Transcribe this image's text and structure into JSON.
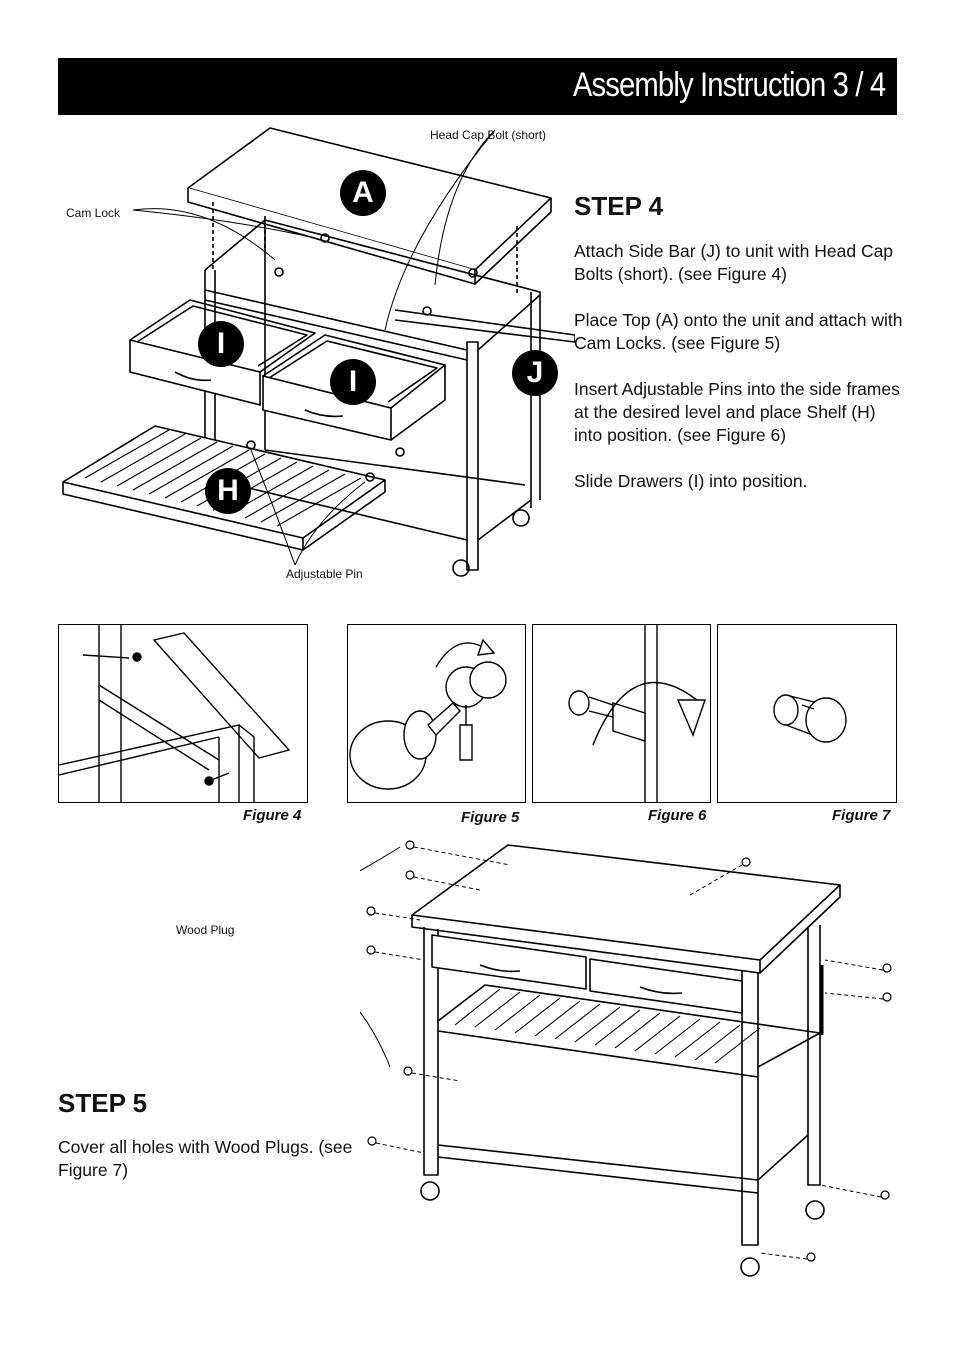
{
  "header": {
    "title": "Assembly Instruction 3 / 4"
  },
  "step4": {
    "title": "STEP 4",
    "paragraphs": [
      "Attach Side Bar (J) to unit with Head Cap Bolts (short). (see Figure 4)",
      "Place Top (A) onto the unit and attach with Cam Locks. (see Figure 5)",
      "Insert Adjustable Pins into the side frames at the desired level and place Shelf (H) into position. (see Figure 6)",
      "Slide Drawers (I) into position."
    ],
    "callouts": {
      "head_cap_bolt": "Head Cap Bolt (short)",
      "cam_lock": "Cam Lock",
      "adjustable_pin": "Adjustable Pin"
    },
    "part_labels": {
      "top": "A",
      "drawer_left": "I",
      "drawer_right": "I",
      "side_bar": "J",
      "shelf": "H"
    }
  },
  "figures": [
    {
      "caption": "Figure 4"
    },
    {
      "caption": "Figure 5"
    },
    {
      "caption": "Figure 6"
    },
    {
      "caption": "Figure 7"
    }
  ],
  "step5": {
    "title": "STEP 5",
    "paragraphs": [
      "Cover all holes with Wood Plugs. (see Figure 7)"
    ],
    "callouts": {
      "wood_plug": "Wood Plug"
    }
  }
}
